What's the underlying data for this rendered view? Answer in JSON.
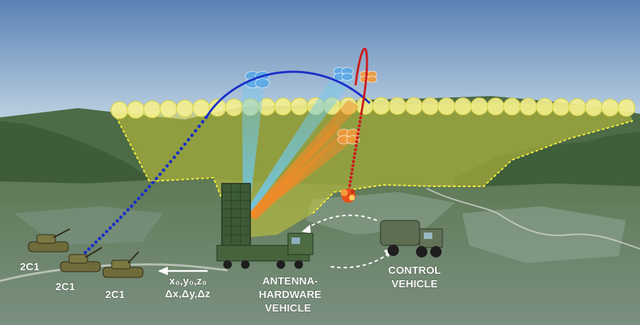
{
  "labels": {
    "unit_1": "2C1",
    "unit_2": "2C1",
    "unit_3": "2C1",
    "coords_line1": "x₀,y₀,z₀",
    "coords_line2": "Δx,Δy,Δz",
    "antenna_line1": "ANTENNA-",
    "antenna_line2": "HARDWARE",
    "antenna_line3": "VEHICLE",
    "control_line1": "CONTROL",
    "control_line2": "VEHICLE"
  },
  "colors": {
    "sky_top": "#5a82b4",
    "sky_bottom": "#cfe0ea",
    "coverage_fill": "#c8c83a",
    "coverage_edge": "#f2ee3c",
    "outgoing_trajectory": "#1a2fc8",
    "incoming_trajectory": "#cc1c1c",
    "beam_blue": "#6fc8ee",
    "beam_orange": "#f08a28",
    "burst": "#e8501c",
    "cell_fill": "#f4f08c",
    "blue_beam_cells": "#5aa8e6",
    "orange_beam_cells": "#f09a3c"
  },
  "icons": [
    "tank-icon",
    "radar-truck-icon",
    "control-truck-icon",
    "arrow-left-icon",
    "explosion-icon"
  ]
}
